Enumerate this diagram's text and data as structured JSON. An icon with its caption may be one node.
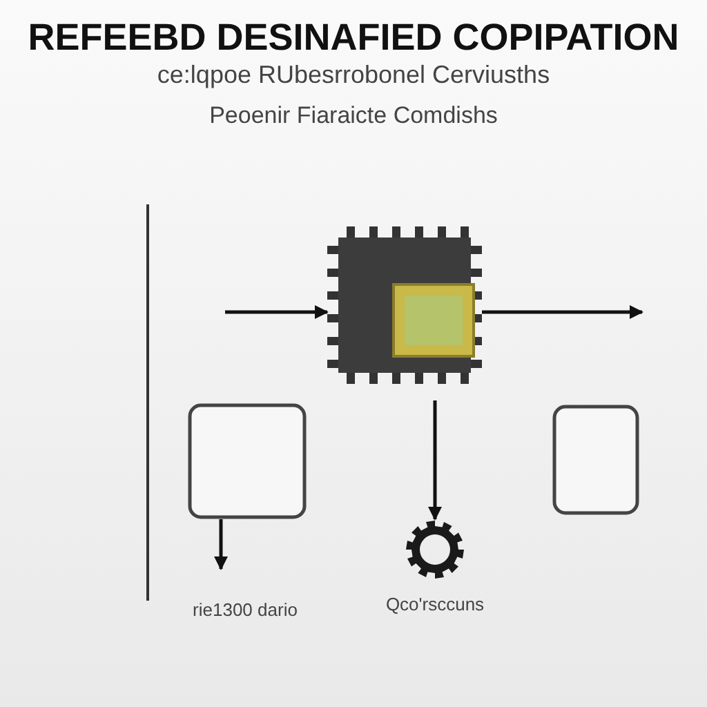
{
  "diagram": {
    "title": "REFEEBD DESINAFIED COPIPATION",
    "nodes": [
      {
        "text": [],
        "shape": "chip"
      },
      {
        "text": [],
        "shape": "box"
      },
      {
        "text": [],
        "shape": "box"
      },
      {
        "text": [],
        "shape": "gear",
        "beside": [
          "Qco'rsccuns"
        ]
      }
    ],
    "edges": [
      {
        "from": null,
        "to": 0,
        "arrow": "to"
      },
      {
        "from": 0,
        "to": null,
        "arrow": "to"
      },
      {
        "from": 0,
        "to": 3,
        "arrow": "to"
      },
      {
        "from": 1,
        "to": null,
        "arrow": "to"
      }
    ],
    "labels": [
      "ce:lqpoe RUbesrrobonel Cerviusths",
      "Peoenir Fiaraicte Comdishs",
      "rie1300 dario"
    ]
  }
}
